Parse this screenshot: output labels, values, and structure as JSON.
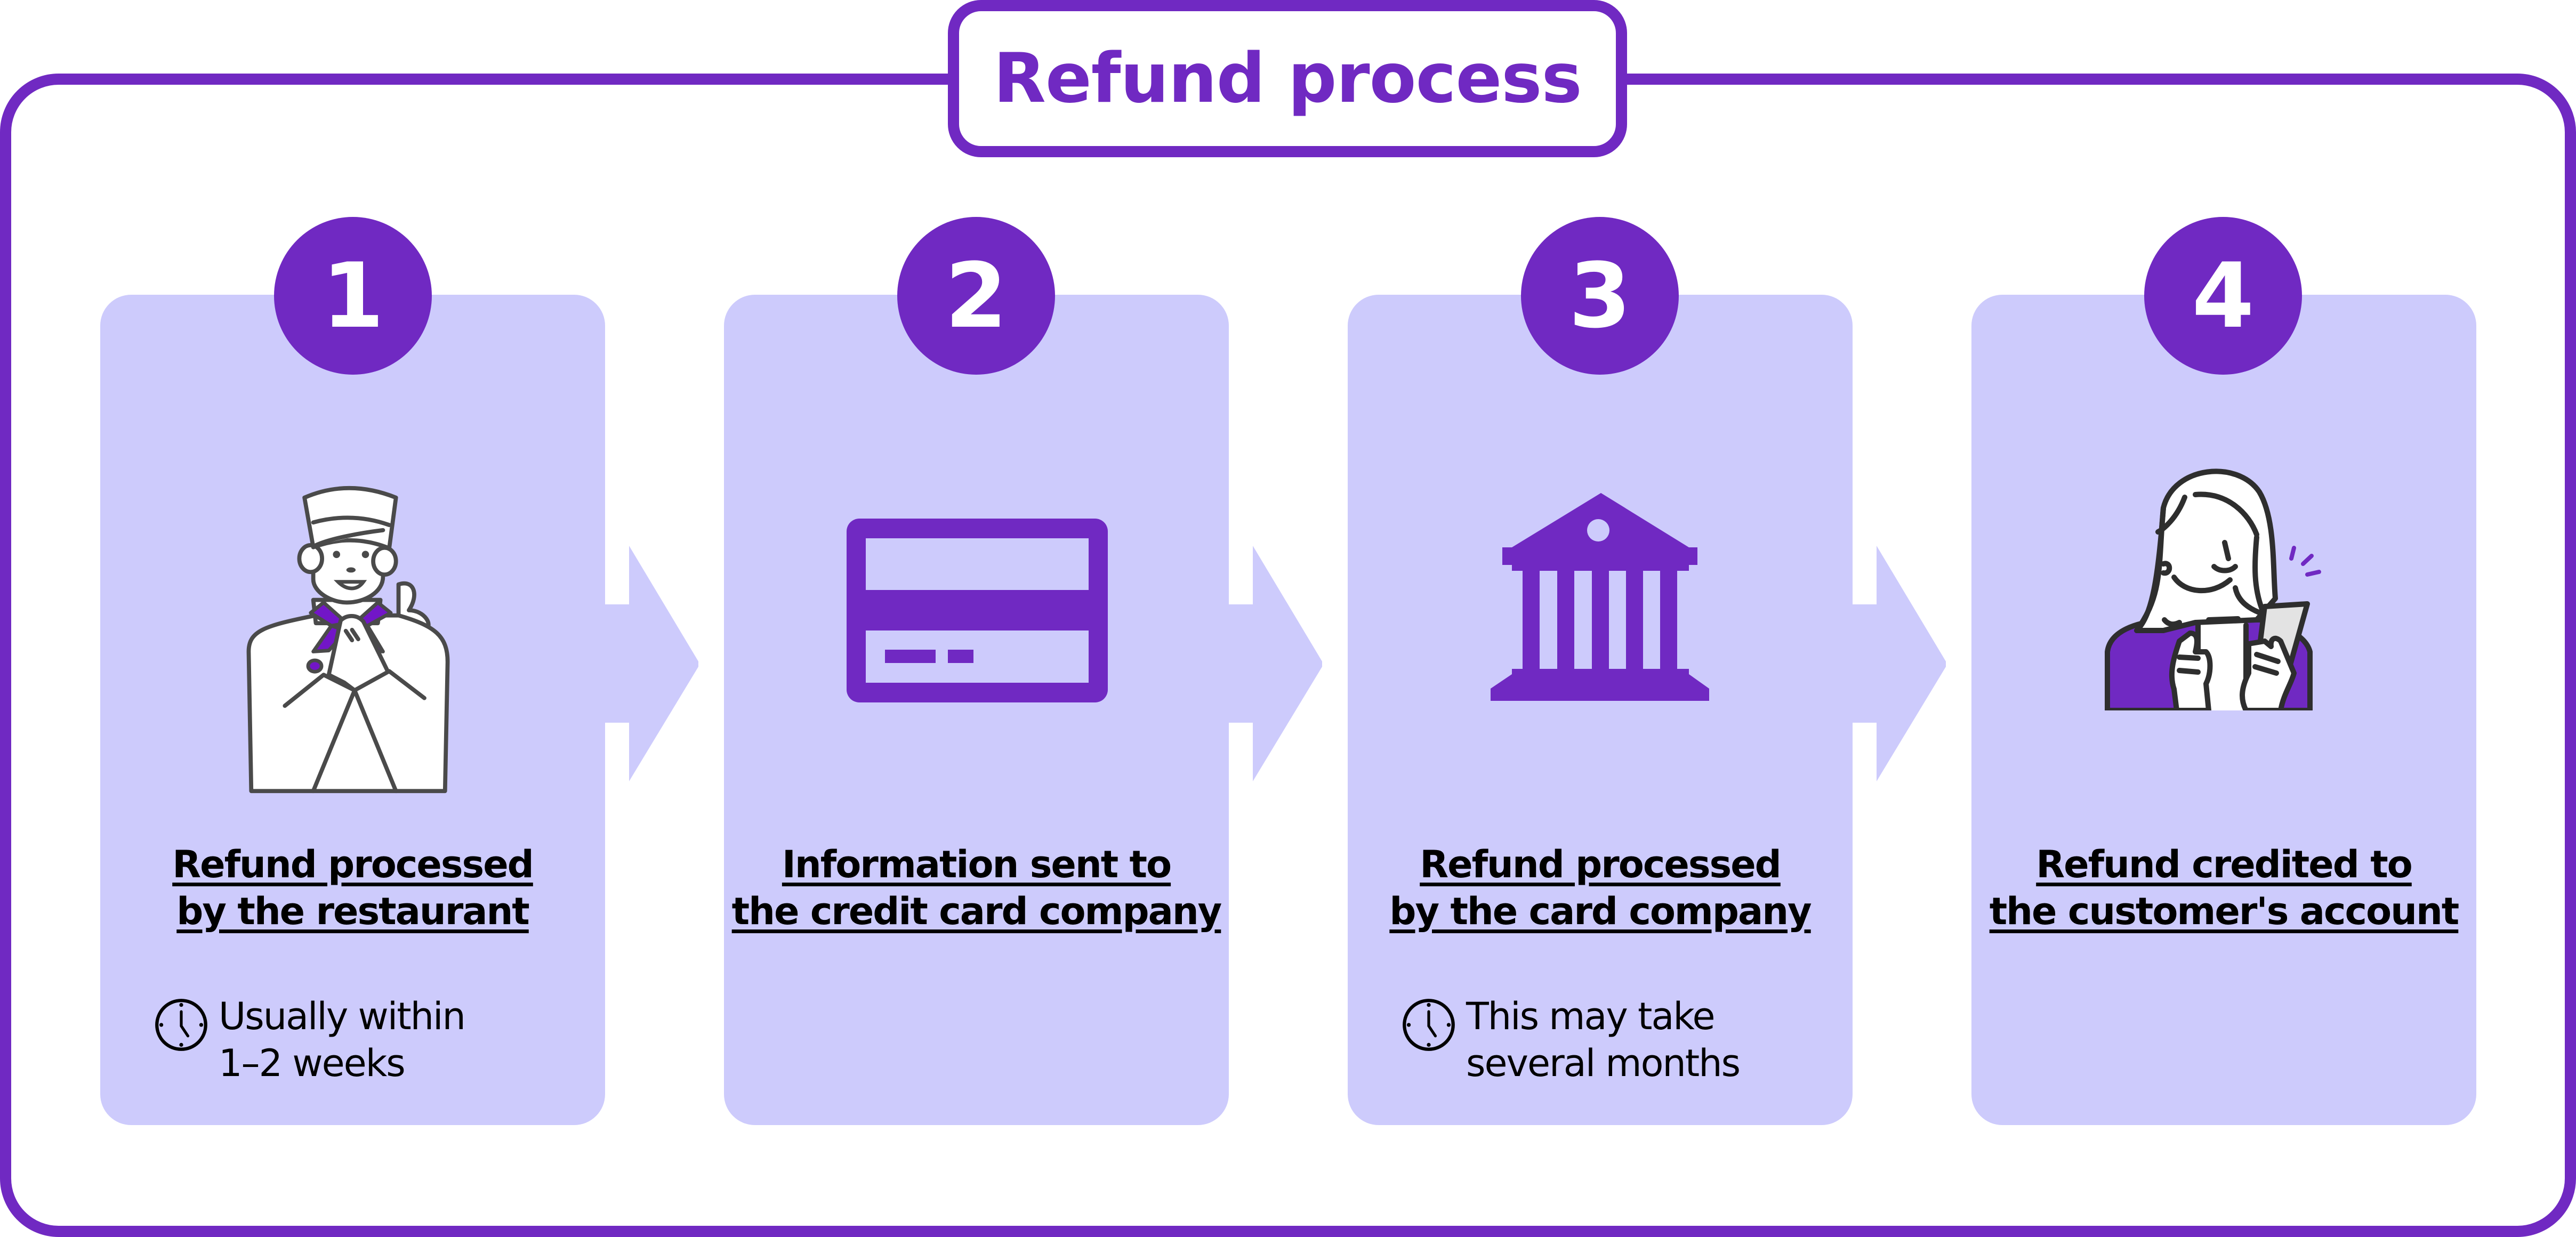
{
  "title": "Refund process",
  "colors": {
    "accent": "#7029c2",
    "card_background": "#cdcbfc",
    "text": "#000000",
    "frame_background": "#ffffff"
  },
  "steps": [
    {
      "number": "1",
      "illustration": "restaurant-staff-bowing-illustration",
      "title_lines": [
        "Refund processed",
        "by the restaurant"
      ],
      "duration_icon": "clock-icon",
      "duration_lines": [
        "Usually within",
        "1–2 weeks"
      ]
    },
    {
      "number": "2",
      "illustration": "credit-card-icon",
      "title_lines": [
        "Information sent to",
        "the credit card company"
      ]
    },
    {
      "number": "3",
      "illustration": "bank-building-icon",
      "title_lines": [
        "Refund processed",
        "by the card company"
      ],
      "duration_icon": "clock-icon",
      "duration_lines": [
        "This may take",
        "several months"
      ]
    },
    {
      "number": "4",
      "illustration": "customer-with-phone-illustration",
      "title_lines": [
        "Refund credited to",
        "the customer's account"
      ]
    }
  ],
  "connectors": [
    "arrow-right-icon",
    "arrow-right-icon",
    "arrow-right-icon"
  ]
}
